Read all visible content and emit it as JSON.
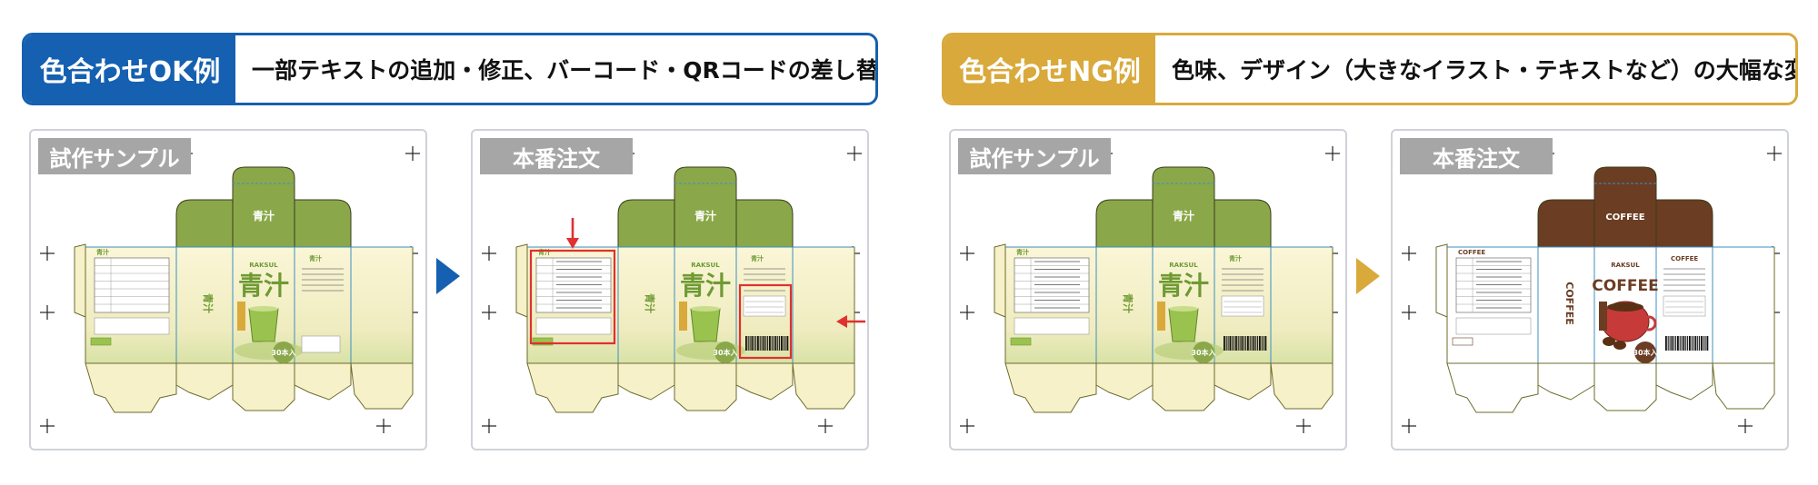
{
  "ok": {
    "tag": "色合わせOK例",
    "description": "一部テキストの追加・修正、バーコード・QRコードの差し替え",
    "color": "#1560b0",
    "sample_label": "試作サンプル",
    "order_label": "本番注文"
  },
  "ng": {
    "tag": "色合わせNG例",
    "description": "色味、デザイン（大きなイラスト・テキストなど）の大幅な変更",
    "color": "#d9a93c",
    "sample_label": "試作サンプル",
    "order_label": "本番注文"
  },
  "packages": {
    "green": {
      "brand": "RAKSUL",
      "name": "青汁",
      "count": "30本入",
      "top_logo": "青汁",
      "color": "#8aa84a"
    },
    "coffee": {
      "brand": "RAKSUL",
      "name": "COFFEE",
      "count": "30本入",
      "top_logo": "COFFEE",
      "color": "#6b3d23"
    }
  },
  "highlight_color": "#e03030"
}
